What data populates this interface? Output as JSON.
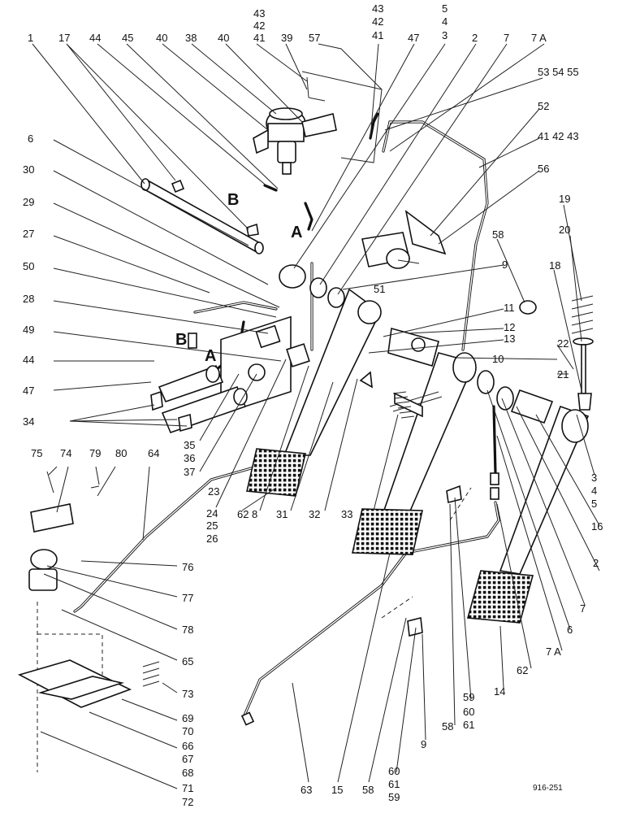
{
  "callouts": {
    "c_43a": "43",
    "c_42a": "42",
    "c_41a": "41",
    "c_43b": "43",
    "c_42b": "42",
    "c_41b": "41",
    "c_5a": "5",
    "c_4a": "4",
    "c_3a": "3",
    "c_1": "1",
    "c_17": "17",
    "c_44a": "44",
    "c_45": "45",
    "c_40a": "40",
    "c_38": "38",
    "c_40b": "40",
    "c_39": "39",
    "c_57": "57",
    "c_47a": "47",
    "c_2a": "2",
    "c_7a": "7",
    "c_7A_a": "7 A",
    "c_53_55": "53  54  55",
    "c_52": "52",
    "c_41_43": "41 42 43",
    "c_56": "56",
    "c_19": "19",
    "c_20": "20",
    "c_18": "18",
    "c_58a": "58",
    "c_6a": "6",
    "c_30": "30",
    "c_29": "29",
    "c_27": "27",
    "c_50": "50",
    "c_28": "28",
    "c_49": "49",
    "c_44b": "44",
    "c_47b": "47",
    "c_34": "34",
    "c_51": "51",
    "c_9a": "9",
    "c_11": "11",
    "c_12": "12",
    "c_13": "13",
    "c_10": "10",
    "c_22": "22",
    "c_21": "21",
    "c_35": "35",
    "c_36": "36",
    "c_37": "37",
    "c_23": "23",
    "c_24": "24",
    "c_25": "25",
    "c_26": "26",
    "c_62a": "62",
    "c_8": "8",
    "c_31": "31",
    "c_32": "32",
    "c_33": "33",
    "c_3b": "3",
    "c_4b": "4",
    "c_5b": "5",
    "c_16": "16",
    "c_2b": "2",
    "c_7b": "7",
    "c_6b": "6",
    "c_7A_b": "7 A",
    "c_62b": "62",
    "c_14": "14",
    "c_75": "75",
    "c_74": "74",
    "c_79": "79",
    "c_80": "80",
    "c_64": "64",
    "c_76": "76",
    "c_77": "77",
    "c_78": "78",
    "c_65": "65",
    "c_73": "73",
    "c_69": "69",
    "c_70": "70",
    "c_66": "66",
    "c_67": "67",
    "c_68": "68",
    "c_71": "71",
    "c_72": "72",
    "c_59a": "59",
    "c_60a": "60",
    "c_61a": "61",
    "c_58b": "58",
    "c_9b": "9",
    "c_60b": "60",
    "c_61b": "61",
    "c_59b": "59",
    "c_63": "63",
    "c_15": "15",
    "c_58c": "58"
  },
  "markers": {
    "B_top": "B",
    "A_top": "A",
    "B_mid": "B",
    "A_mid": "A"
  },
  "drawing_ref": "916-251"
}
